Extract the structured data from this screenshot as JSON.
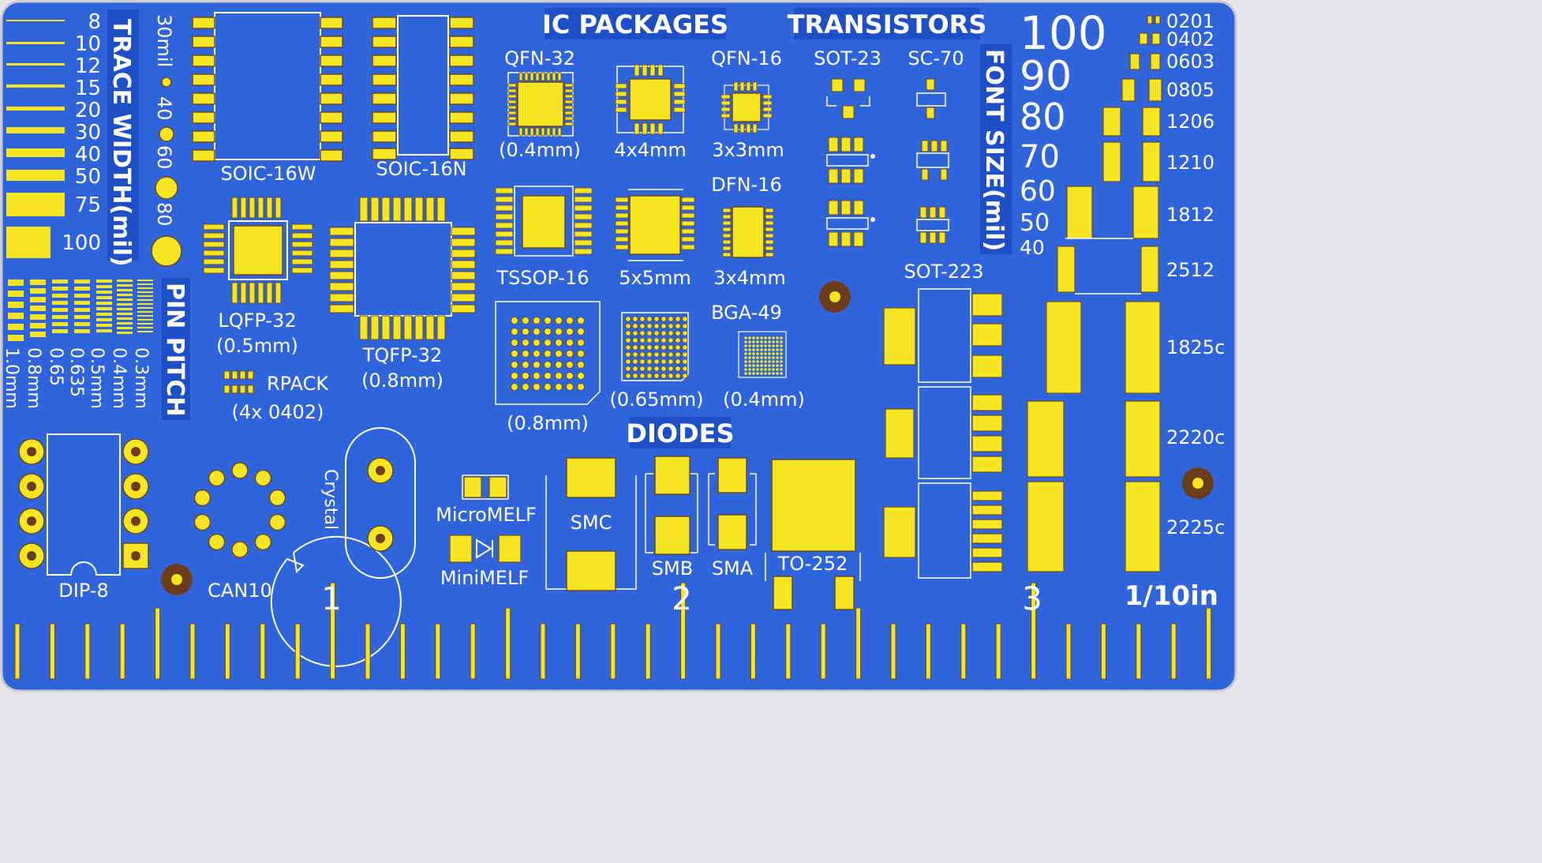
{
  "colors": {
    "board": "#2f64dc",
    "copper": "#f5e621",
    "mask_outline": "#6a4a1e",
    "silk": "#ffffff",
    "hole": "#6b3d1b",
    "edge": "#c9c9cf"
  },
  "sections": {
    "ic_packages": "IC PACKAGES",
    "transistors": "TRANSISTORS",
    "diodes": "DIODES",
    "trace_width": "TRACE WIDTH(mil)",
    "pin_pitch": "PIN PITCH",
    "font_size": "FONT SIZE(mil)"
  },
  "trace_widths": [
    "8",
    "10",
    "12",
    "15",
    "20",
    "30",
    "40",
    "50",
    "75",
    "100"
  ],
  "drill_sizes": [
    "30mil",
    "40",
    "60",
    "80"
  ],
  "pin_pitches": [
    "1.0mm",
    "0.8mm",
    "0.65",
    "0.635",
    "0.5mm",
    "0.4mm",
    "0.3mm"
  ],
  "font_sizes": [
    "100",
    "90",
    "80",
    "70",
    "60",
    "50",
    "40"
  ],
  "smd_sizes": [
    "0201",
    "0402",
    "0603",
    "0805",
    "1206",
    "1210",
    "1812",
    "2512",
    "1825c",
    "2220c",
    "2225c"
  ],
  "packages": {
    "soic16w": "SOIC-16W",
    "soic16n": "SOIC-16N",
    "lqfp32": "LQFP-32",
    "lqfp32_pitch": "(0.5mm)",
    "tqfp32": "TQFP-32",
    "tqfp32_pitch": "(0.8mm)",
    "rpack": "RPACK",
    "rpack_sub": "(4x 0402)",
    "qfn32": "QFN-32",
    "qfn32_pitch": "(0.4mm)",
    "qfn_4x4": "4x4mm",
    "qfn16": "QFN-16",
    "qfn16_size": "3x3mm",
    "tssop16": "TSSOP-16",
    "pkg_5x5": "5x5mm",
    "dfn16": "DFN-16",
    "dfn16_size": "3x4mm",
    "bga49": "BGA-49",
    "bga_08": "(0.8mm)",
    "bga_065": "(0.65mm)",
    "bga_04": "(0.4mm)",
    "sot23": "SOT-23",
    "sc70": "SC-70",
    "sot223": "SOT-223",
    "dip8": "DIP-8",
    "can10": "CAN10",
    "crystal": "Crystal",
    "micromelf": "MicroMELF",
    "minimelf": "MiniMELF",
    "smc": "SMC",
    "smb": "SMB",
    "sma": "SMA",
    "to252": "TO-252"
  },
  "ruler": {
    "marks": [
      "1",
      "2",
      "3"
    ],
    "unit": "1/10in"
  }
}
